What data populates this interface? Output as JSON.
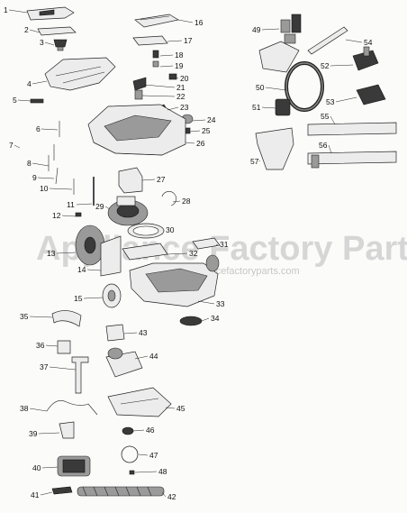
{
  "watermark": {
    "brand": "Appliance Factory Parts",
    "url": "www.appliancefactoryparts.com"
  },
  "callouts": [
    "1",
    "2",
    "3",
    "4",
    "5",
    "6",
    "7",
    "8",
    "9",
    "10",
    "11",
    "12",
    "13",
    "14",
    "15",
    "16",
    "17",
    "18",
    "19",
    "20",
    "21",
    "22",
    "23",
    "24",
    "25",
    "26",
    "27",
    "28",
    "29",
    "30",
    "31",
    "32",
    "33",
    "34",
    "35",
    "36",
    "37",
    "38",
    "39",
    "40",
    "41",
    "42",
    "43",
    "44",
    "45",
    "46",
    "47",
    "48",
    "49",
    "50",
    "51",
    "52",
    "53",
    "54",
    "55",
    "56",
    "57"
  ]
}
